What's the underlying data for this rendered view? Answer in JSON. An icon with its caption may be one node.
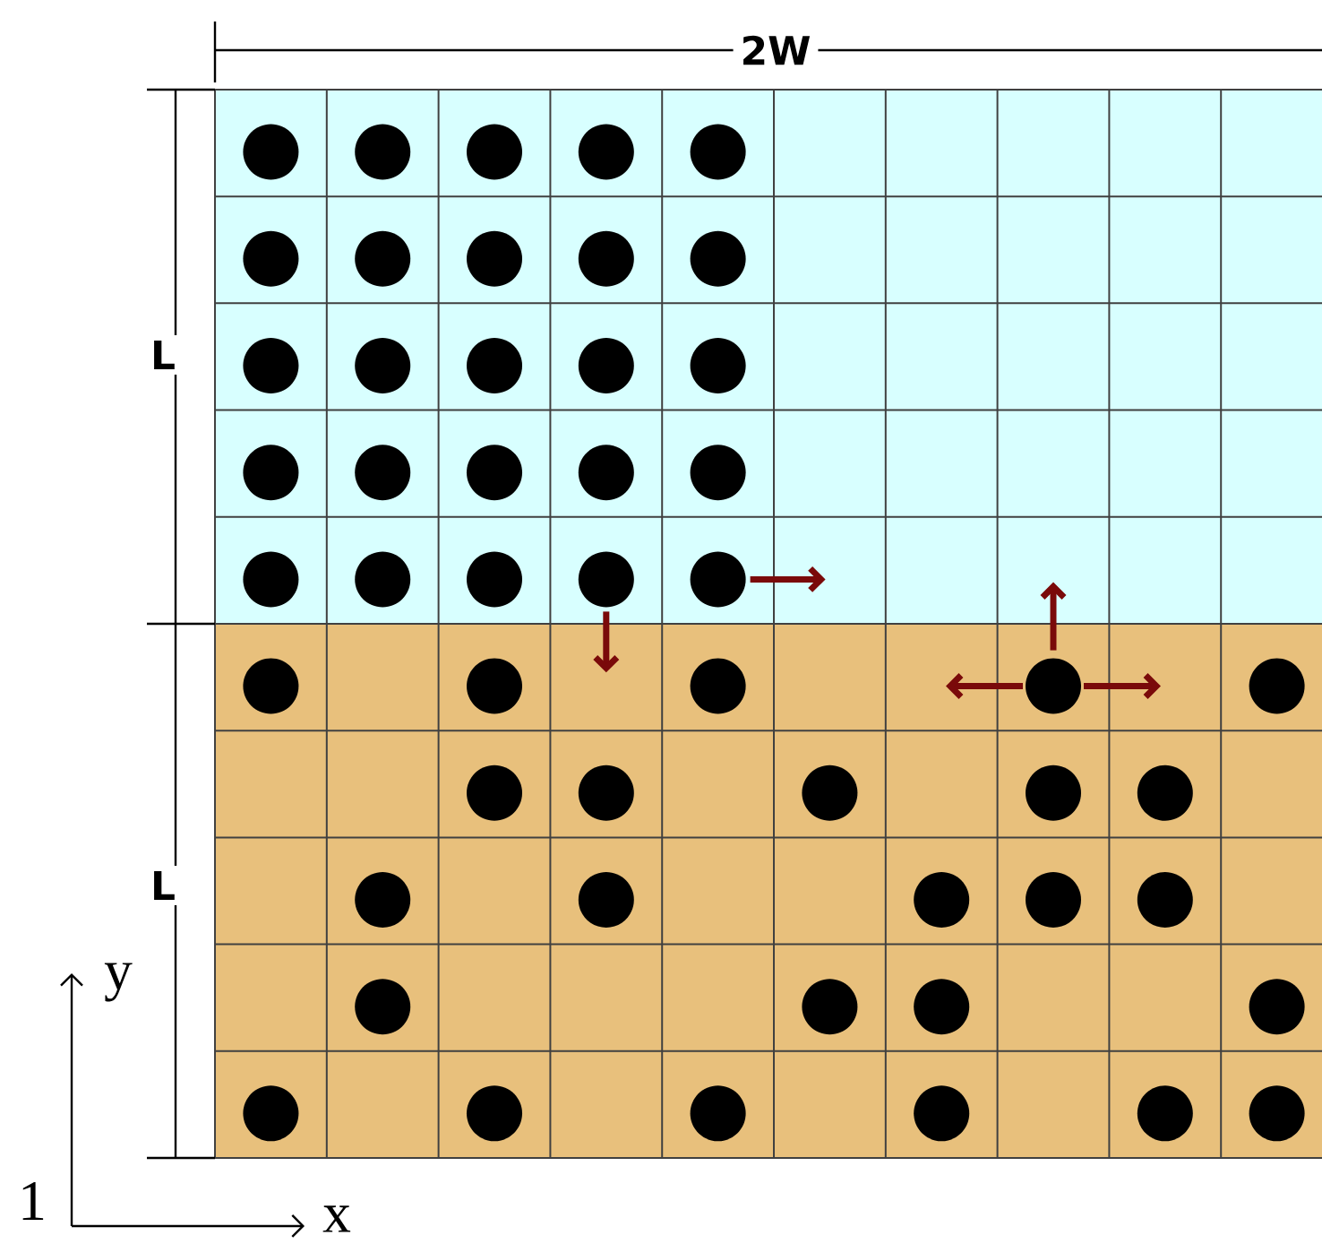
{
  "diagram": {
    "labels": [
      "2W",
      "L",
      "L",
      "y",
      "1",
      "x"
    ]
  }
}
